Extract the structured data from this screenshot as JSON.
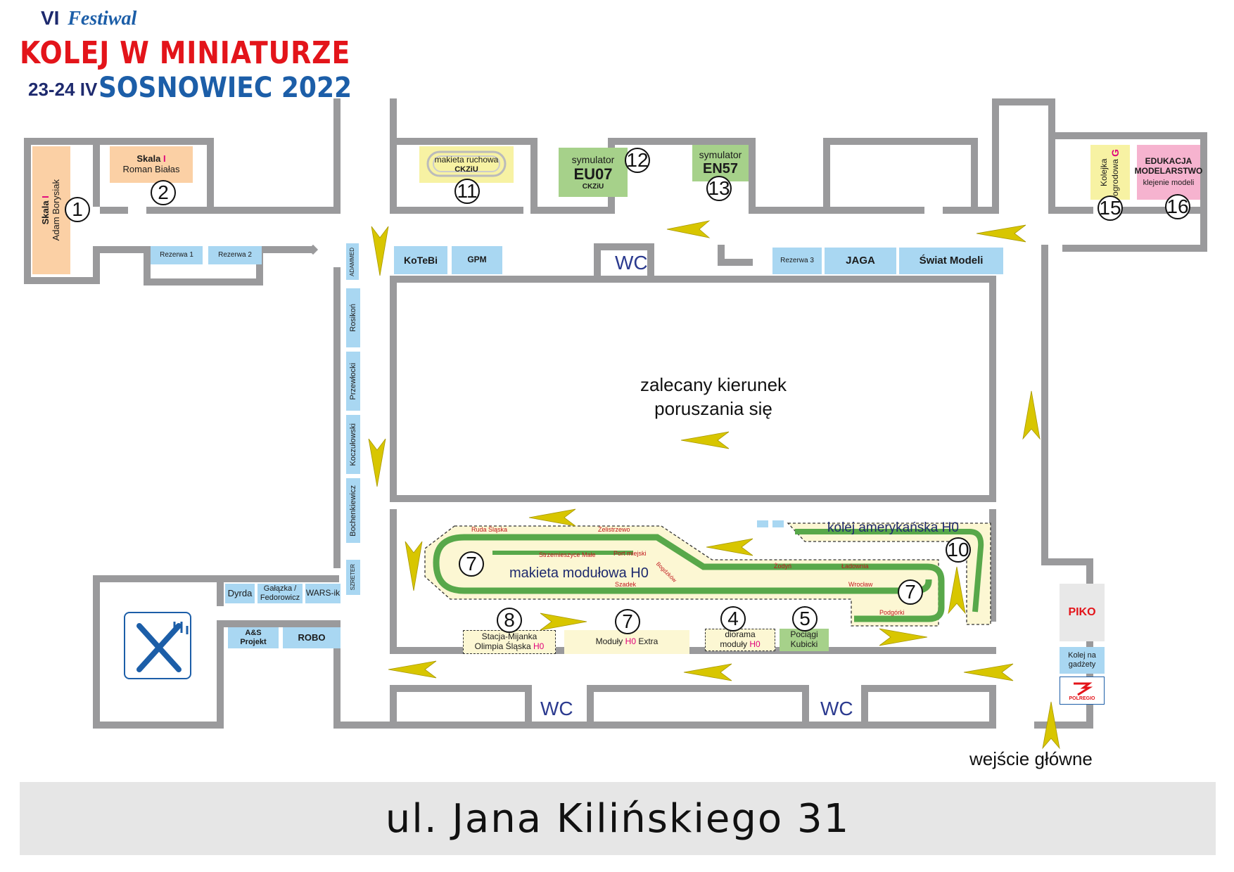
{
  "header": {
    "line1_prefix": "VI",
    "line1_word": "Festiwal",
    "title": "KOLEJ W MINIATURZE",
    "dates": "23-24 IV",
    "city_year": "SOSNOWIEC 2022"
  },
  "numbers": [
    "1",
    "2",
    "11",
    "12",
    "13",
    "15",
    "16",
    "7",
    "10",
    "7",
    "8",
    "7",
    "4",
    "5"
  ],
  "booths": {
    "b1_a": "Skala",
    "b1_i": "I",
    "b1_b": "Adam Borysiak",
    "b2_a": "Skala",
    "b2_i": "I",
    "b2_b": "Roman Białas",
    "rez1": "Rezerwa 1",
    "rez2": "Rezerwa 2",
    "admmed": "ADAMMED",
    "kotebi": "KoTeBi",
    "gpm": "GPM",
    "rezerwa3": "Rezerwa 3",
    "jaga": "JAGA",
    "swiat": "Świat Modeli",
    "makieta_ruchowa": "makieta ruchowa",
    "ckziu": "CKZiU",
    "symulator_eu07_a": "symulator",
    "eu07": "EU07",
    "ckziu2": "CKZiU",
    "symulator_en57_a": "symulator",
    "en57": "EN57",
    "kolejka_a": "Kolejka",
    "kolejka_b": "ogrodowa",
    "kolejka_g": "G",
    "edukacja_a": "EDUKACJA",
    "edukacja_b": "MODELARSTWO",
    "edukacja_c": "klejenie modeli",
    "rosikon": "Rosikoń",
    "przewlocki": "Przewłocki",
    "koczulowski": "Koczułowski",
    "bochenkiewicz": "Bochenkiewicz",
    "szreter": "SZRETER",
    "dyrda": "Dyrda",
    "galazka_a": "Gałązka /",
    "galazka_b": "Fedorowicz",
    "warsik": "WARS-ik",
    "as_a": "A&S",
    "as_b": "Projekt",
    "robo": "ROBO",
    "stacja_a": "Stacja-Mijanka",
    "stacja_b": "Olimpia Śląska",
    "stacja_h0": "H0",
    "moduly_a": "Moduły",
    "moduly_h0": "H0",
    "moduly_b": "Extra",
    "diorama_a": "diorama",
    "diorama_b": "moduły",
    "diorama_h0": "H0",
    "pociagi_a": "Pociągi",
    "pociagi_b": "Kubicki",
    "piko": "PIKO",
    "kolej_gadzety_a": "Kolej na",
    "kolej_gadzety_b": "gadżety",
    "polregio": "POLREGIO"
  },
  "layout_labels": {
    "makieta_modulowa": "makieta modułowa H0",
    "kolej_amerykanska": "kolej amerykańska H0",
    "ruda": "Ruda Śląska",
    "zelistrzewo": "Żelistrzewo",
    "strzemieszyce": "Strzemieszyce Małe",
    "port": "Port miejski",
    "bogdzkow": "Bogdzków",
    "szadek": "Szadek",
    "zodyn": "Żodyń",
    "ladownia": "Ładownia",
    "wroclaw": "Wrocław",
    "podgorki": "Podgórki"
  },
  "wc": "WC",
  "direction_a": "zalecany kierunek",
  "direction_b": "poruszania się",
  "entrance": "wejście główne",
  "street": "ul. Jana Kilińskiego 31",
  "colors": {
    "wall": "#9a9a9c",
    "arrow": "#d8c600",
    "booth_blue": "#a9d7f2",
    "track_green": "#58a84a",
    "title_red": "#e3141a",
    "title_blue": "#1c5ea8",
    "wc_blue": "#2b3a8f"
  },
  "icons": [
    "restaurant-icon",
    "polregio-logo"
  ]
}
